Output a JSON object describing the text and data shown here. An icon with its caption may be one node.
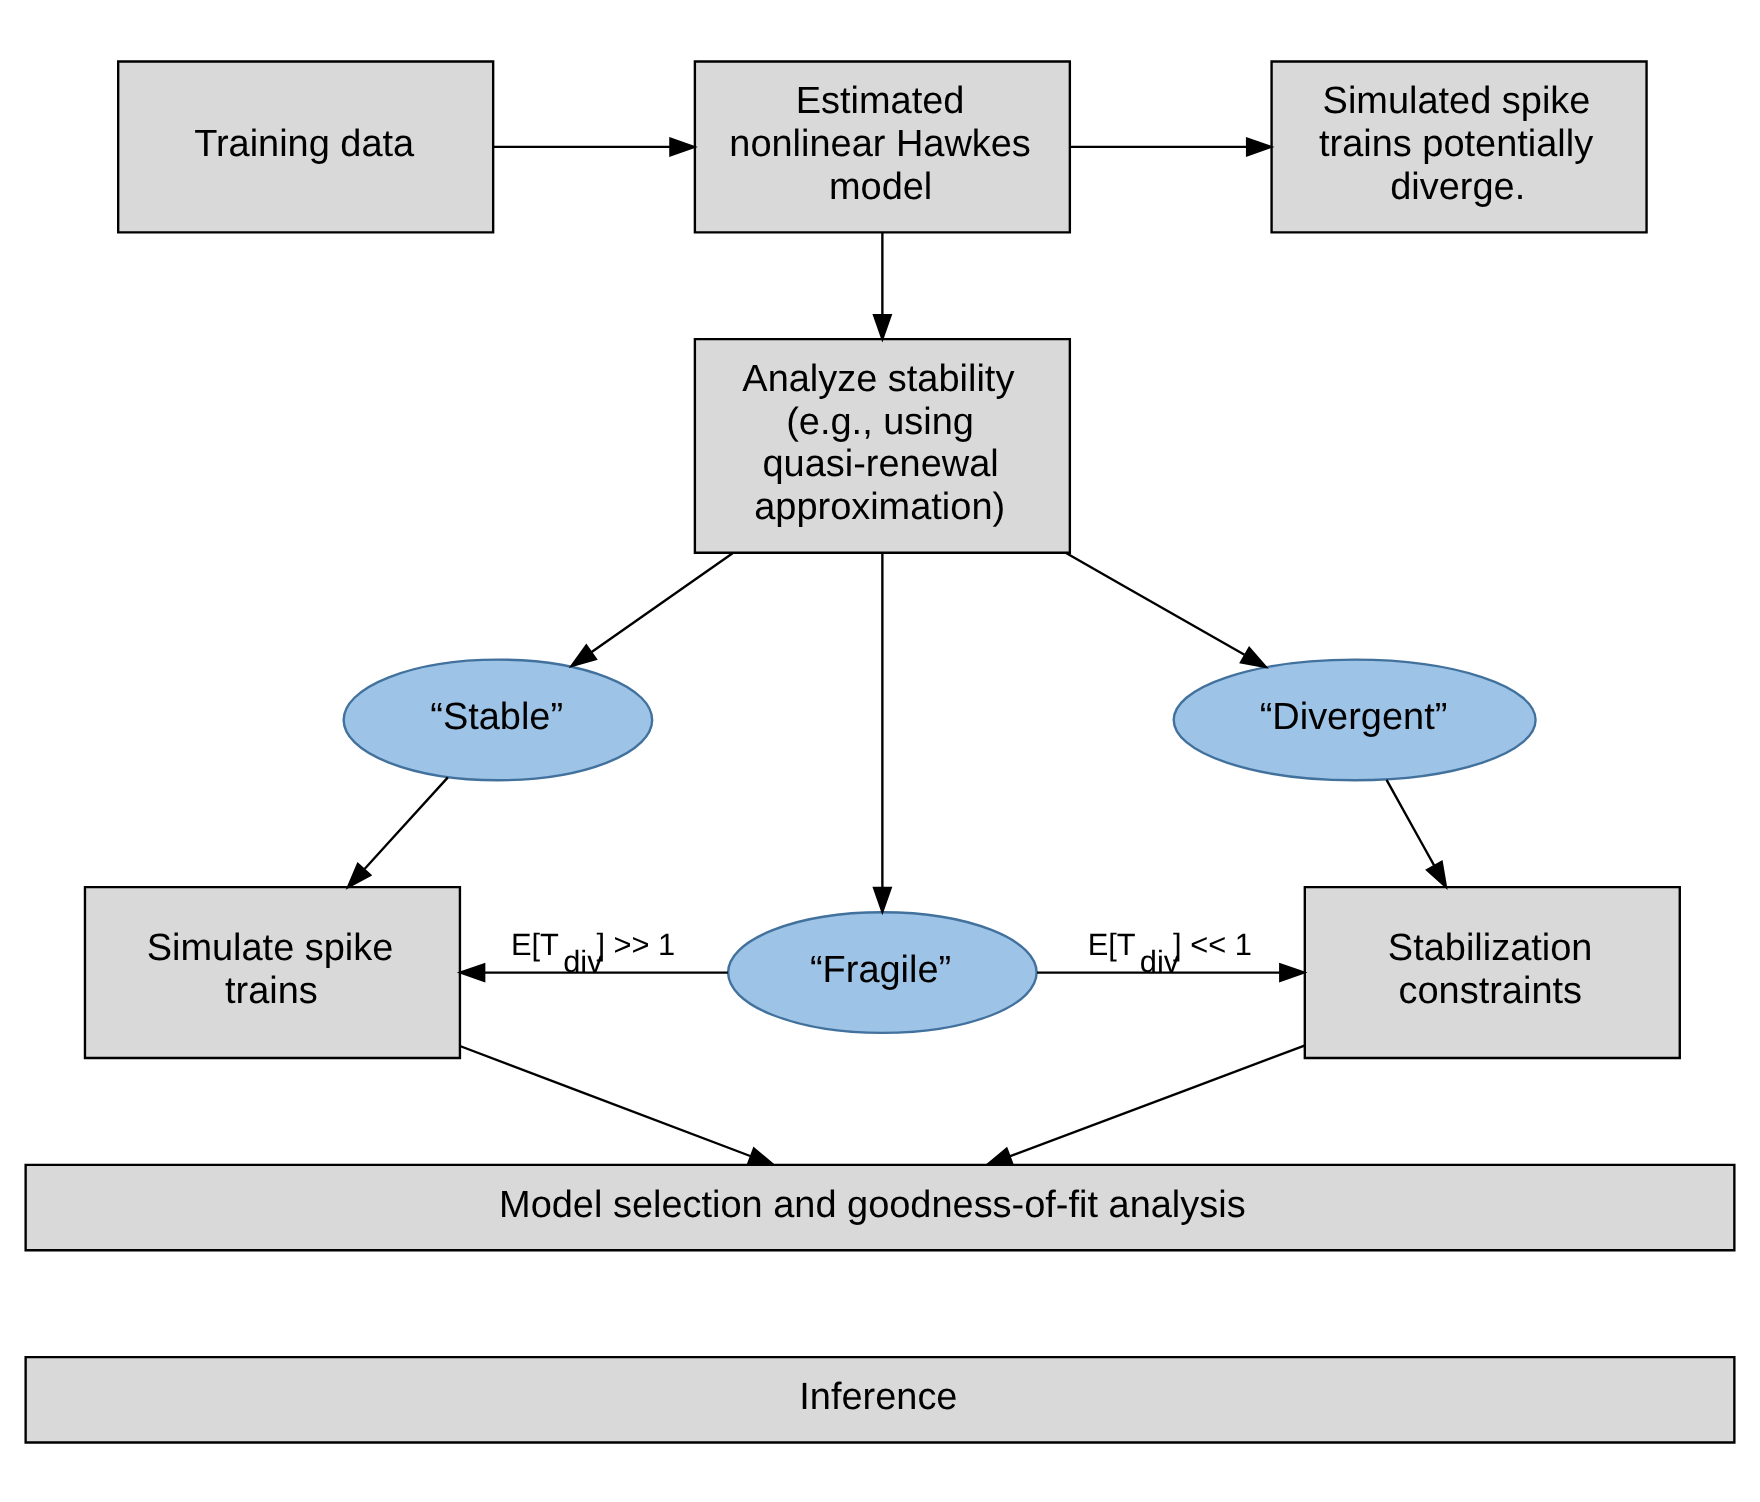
{
  "diagram": {
    "nodes": [
      {
        "text": [
          "Training data"
        ]
      },
      {
        "text": [
          "Estimated nonlinear Hawkes model"
        ]
      },
      {
        "text": [
          "Simulated spike trains potentially diverge."
        ]
      },
      {
        "text": [
          "Analyze stability (e.g., using quasi-renewal approximation)"
        ]
      },
      {
        "text": [
          "“Stable”"
        ]
      },
      {
        "text": [
          "“Divergent”"
        ]
      },
      {
        "text": [
          "“Fragile”"
        ]
      },
      {
        "text": [
          "Simulate spike trains"
        ]
      },
      {
        "text": [
          "Stabilization constraints"
        ]
      },
      {
        "text": [
          "Model selection and goodness-of-fit analysis"
        ]
      },
      {
        "text": [
          "Inference"
        ]
      }
    ],
    "edges": [
      {
        "from": 0,
        "to": 1,
        "arrow": "to"
      },
      {
        "from": 1,
        "to": 2,
        "arrow": "to"
      },
      {
        "from": 1,
        "to": 3,
        "arrow": "to"
      },
      {
        "from": 3,
        "to": 4,
        "arrow": "to"
      },
      {
        "from": 3,
        "to": 6,
        "arrow": "to"
      },
      {
        "from": 3,
        "to": 5,
        "arrow": "to"
      },
      {
        "from": 4,
        "to": 7,
        "arrow": "to"
      },
      {
        "from": 5,
        "to": 8,
        "arrow": "to"
      },
      {
        "from": 6,
        "to": 7,
        "arrow": "to",
        "label": "E[T$_{div}$] >> 1"
      },
      {
        "from": 6,
        "to": 8,
        "arrow": "to",
        "label": "E[T$_{div}$] << 1"
      },
      {
        "from": 7,
        "to": 9,
        "arrow": "to"
      },
      {
        "from": 8,
        "to": 9,
        "arrow": "to"
      }
    ]
  }
}
